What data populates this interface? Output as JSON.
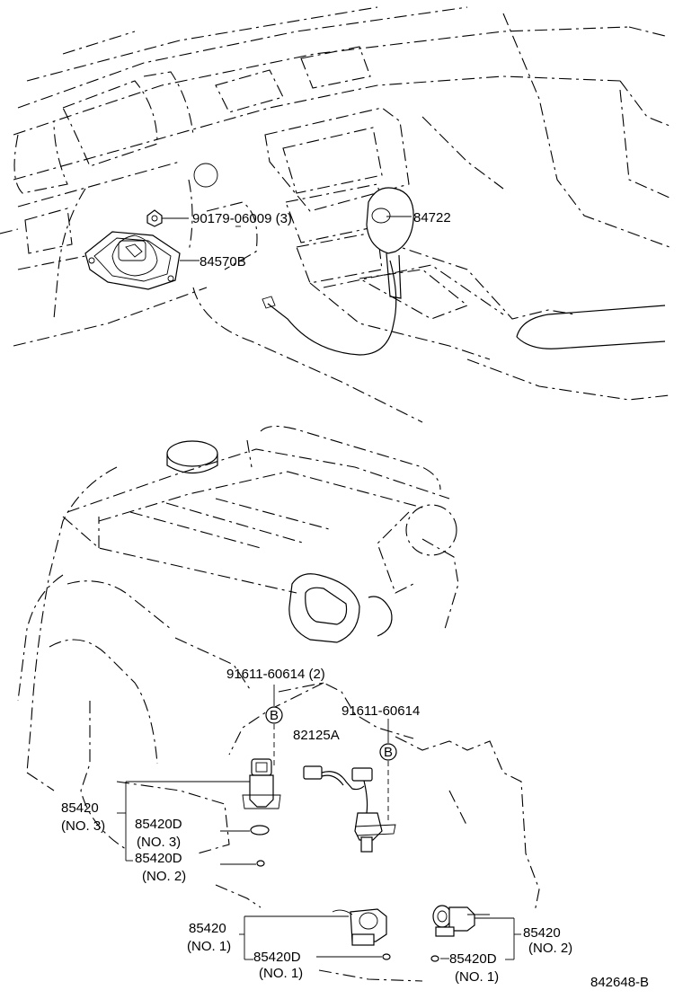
{
  "labels": {
    "clip_bolt": "90179-06009 (3)",
    "shift_knob": "84722",
    "shift_panel": "84570B",
    "bolt_b2": "91611-60614 (2)",
    "bolt_b1": "91611-60614",
    "harness": "82125A",
    "sensor_no3": "85420",
    "sensor_no3_sub": "(NO. 3)",
    "oring_no3": "85420D",
    "oring_no3_sub": "(NO. 3)",
    "oring_no2_left": "85420D",
    "oring_no2_left_sub": "(NO. 2)",
    "sensor_no1": "85420",
    "sensor_no1_sub": "(NO. 1)",
    "oring_no1": "85420D",
    "oring_no1_sub": "(NO. 1)",
    "sensor_no2": "85420",
    "sensor_no2_sub": "(NO. 2)",
    "oring_no1_right": "85420D",
    "oring_no1_right_sub": "(NO. 1)",
    "bolt_marker": "B",
    "diagram_id": "842648-B"
  }
}
